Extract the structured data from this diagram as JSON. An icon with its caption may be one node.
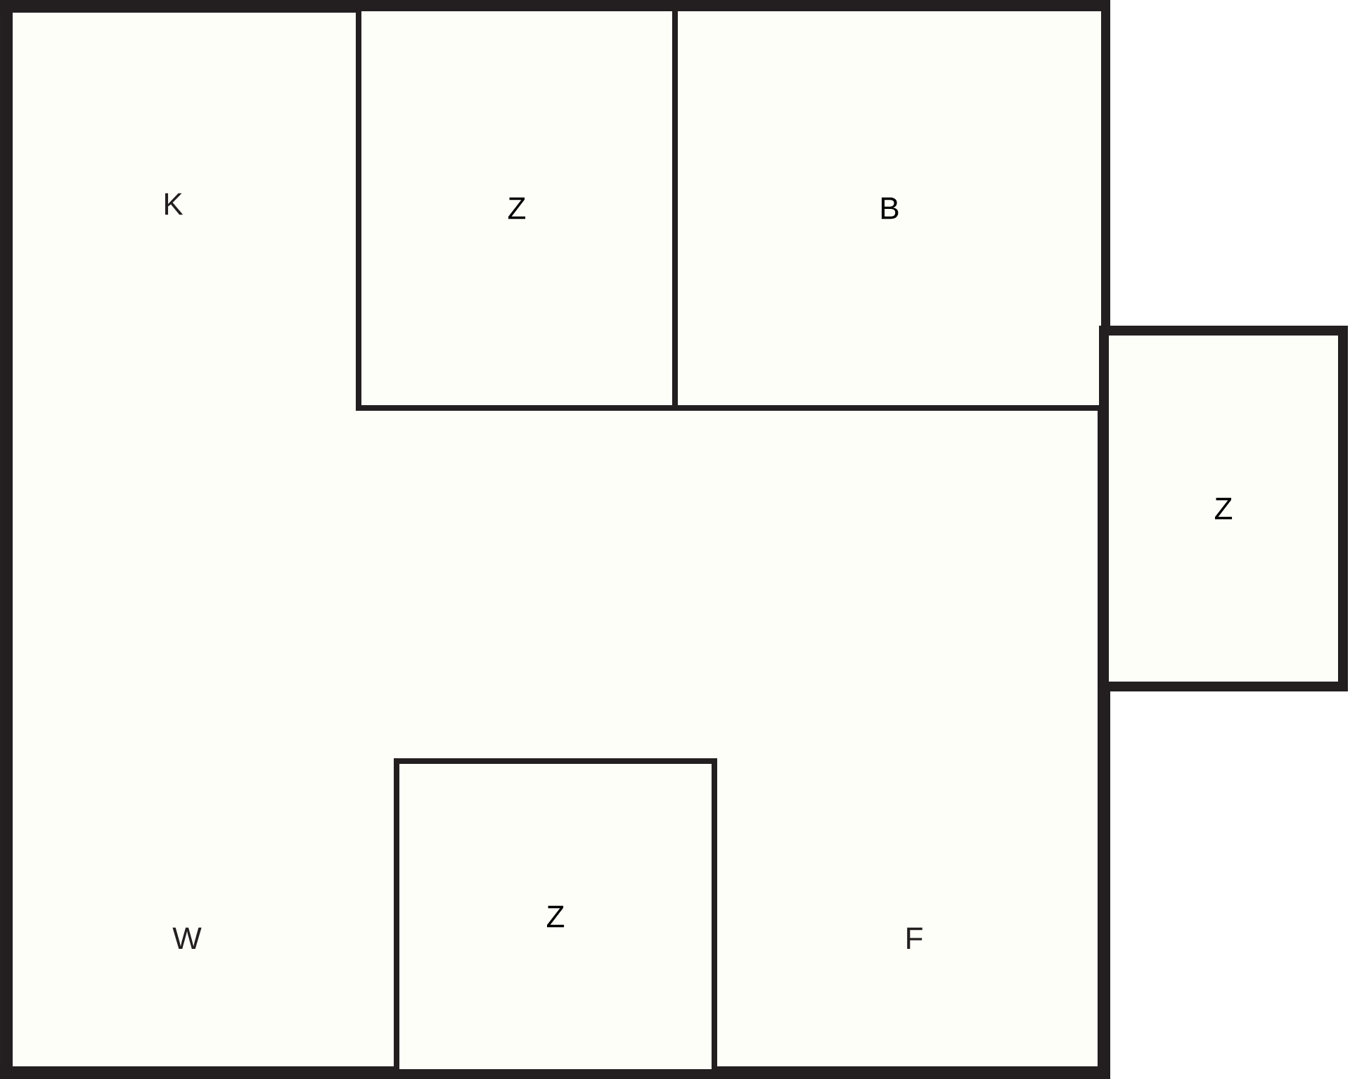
{
  "diagram": {
    "nodes": [
      {
        "text": [
          "Z"
        ]
      },
      {
        "text": [
          "B"
        ]
      },
      {
        "text": [
          "Z"
        ]
      },
      {
        "text": [
          "Z"
        ]
      }
    ],
    "labels": [
      "K",
      "W",
      "F"
    ]
  }
}
